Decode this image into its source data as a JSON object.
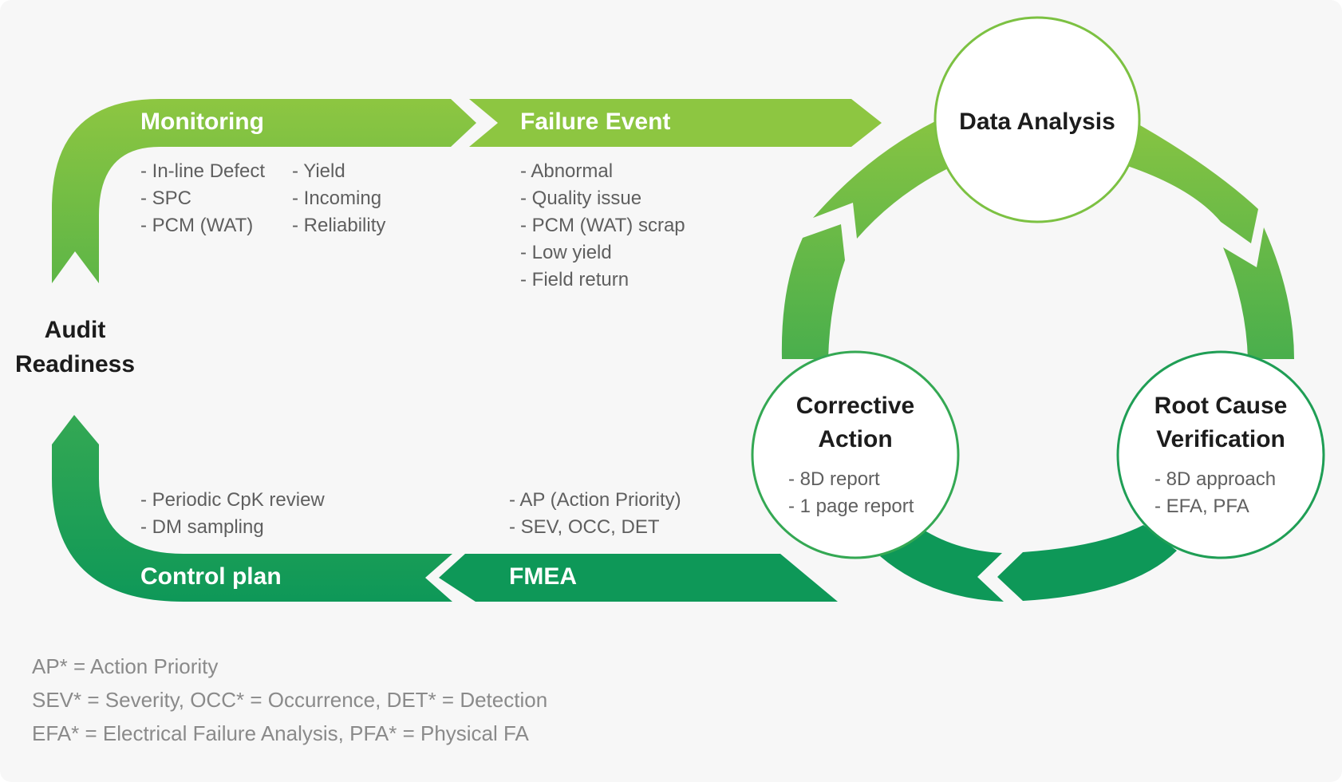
{
  "colors": {
    "light_green": "#8dc641",
    "mid_green": "#4caf50",
    "dark_green": "#0e9858",
    "circle_fill": "#ffffff",
    "text_dark": "#1c1c1c",
    "text_gray": "#5f5f5f",
    "footnote_gray": "#8a8a8a",
    "background": "#f7f7f7"
  },
  "audit": {
    "line1": "Audit",
    "line2": "Readiness"
  },
  "monitoring": {
    "title": "Monitoring",
    "col1": [
      "- In-line Defect",
      "- SPC",
      "- PCM (WAT)"
    ],
    "col2": [
      "- Yield",
      "- Incoming",
      "- Reliability"
    ]
  },
  "failure_event": {
    "title": "Failure Event",
    "items": [
      "- Abnormal",
      "- Quality issue",
      "- PCM (WAT) scrap",
      "- Low yield",
      "- Field return"
    ]
  },
  "data_analysis": {
    "title": "Data Analysis"
  },
  "root_cause": {
    "title_line1": "Root Cause",
    "title_line2": "Verification",
    "items": [
      "- 8D approach",
      "- EFA, PFA"
    ]
  },
  "corrective_action": {
    "title_line1": "Corrective",
    "title_line2": "Action",
    "items": [
      "- 8D report",
      "- 1 page report"
    ]
  },
  "fmea": {
    "title": "FMEA",
    "items": [
      "- AP (Action Priority)",
      "- SEV, OCC, DET"
    ]
  },
  "control_plan": {
    "title": "Control plan",
    "items": [
      "- Periodic CpK review",
      "- DM sampling"
    ]
  },
  "footnotes": [
    "AP* = Action Priority",
    "SEV* = Severity, OCC* = Occurrence, DET* = Detection",
    "EFA* = Electrical Failure Analysis, PFA* = Physical FA"
  ]
}
